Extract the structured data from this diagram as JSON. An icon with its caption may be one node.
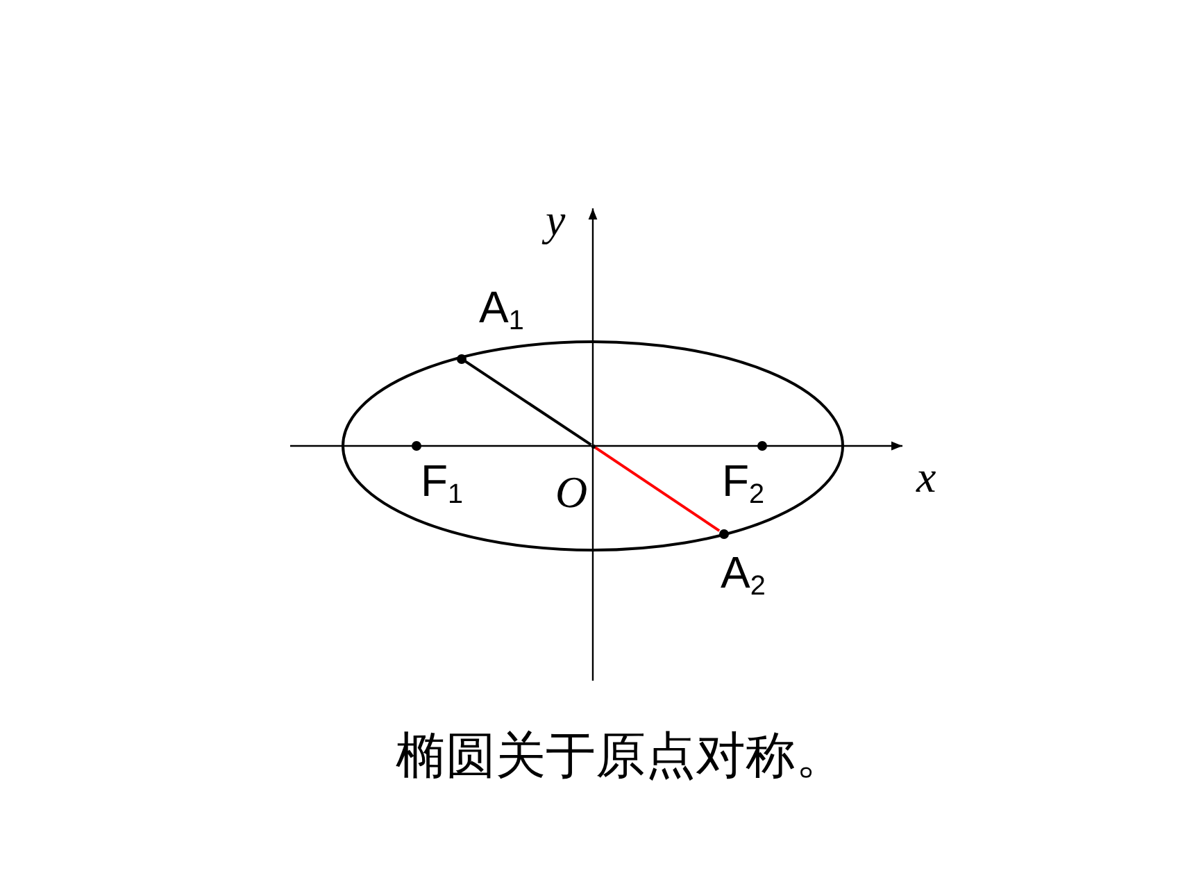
{
  "diagram": {
    "caption": "椭圆关于原点对称。",
    "nodes": [
      {
        "text": [],
        "shape": "circle",
        "beside": [
          "A$_{1}$"
        ]
      },
      {
        "text": [],
        "shape": "point",
        "beside": [
          "O"
        ]
      },
      {
        "text": [],
        "shape": "circle",
        "beside": [
          "A$_{2}$"
        ]
      }
    ],
    "edges": [
      {
        "from": 0,
        "to": 1,
        "arrow": "none"
      },
      {
        "from": 1,
        "to": 2,
        "arrow": "none",
        "color": "#ff0000"
      }
    ],
    "labels": [
      "y",
      "x",
      "F$_{1}$",
      "F$_{2}$"
    ]
  }
}
